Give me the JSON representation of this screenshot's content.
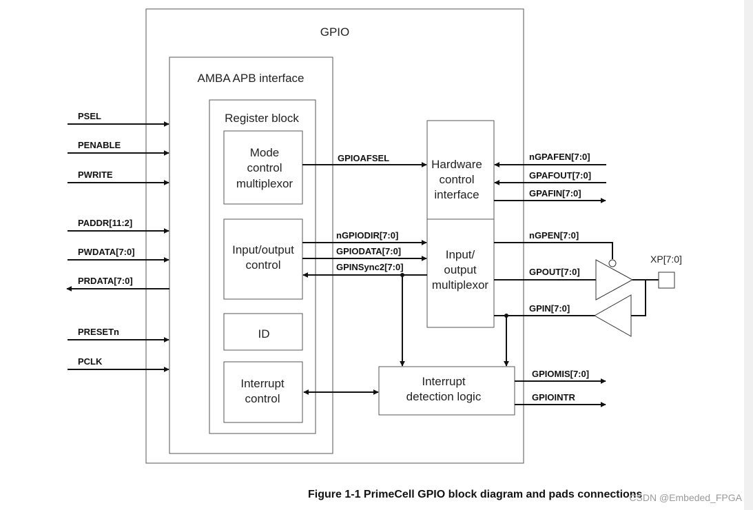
{
  "diagram": {
    "gpio_title": "GPIO",
    "amba_title": "AMBA APB interface",
    "register_block_title": "Register block",
    "mode_control": [
      "Mode",
      "control",
      "multiplexor"
    ],
    "io_control": [
      "Input/output",
      "control"
    ],
    "id": "ID",
    "interrupt_control": [
      "Interrupt",
      "control"
    ],
    "hardware_control": [
      "Hardware",
      "control",
      "interface"
    ],
    "io_mux": [
      "Input/",
      "output",
      "multiplexor"
    ],
    "interrupt_detection": [
      "Interrupt",
      "detection logic"
    ],
    "pad_label": "XP[7:0]"
  },
  "signals": {
    "psel": "PSEL",
    "penable": "PENABLE",
    "pwrite": "PWRITE",
    "paddr": "PADDR[11:2]",
    "pwdata": "PWDATA[7:0]",
    "prdata": "PRDATA[7:0]",
    "presetn": "PRESETn",
    "pclk": "PCLK",
    "gpioafsel": "GPIOAFSEL",
    "ngpiodir": "nGPIODIR[7:0]",
    "gpiodata": "GPIODATA[7:0]",
    "gpinsync2": "GPINSync2[7:0]",
    "ngpafen": "nGPAFEN[7:0]",
    "gpafout": "GPAFOUT[7:0]",
    "gpafin": "GPAFIN[7:0]",
    "ngpen": "nGPEN[7:0]",
    "gpout": "GPOUT[7:0]",
    "gpin": "GPIN[7:0]",
    "gpiomis": "GPIOMIS[7:0]",
    "gpiointr": "GPIOINTR"
  },
  "caption": "Figure 1-1 PrimeCell GPIO block diagram and pads connections",
  "watermark": "CSDN @Embeded_FPGA"
}
